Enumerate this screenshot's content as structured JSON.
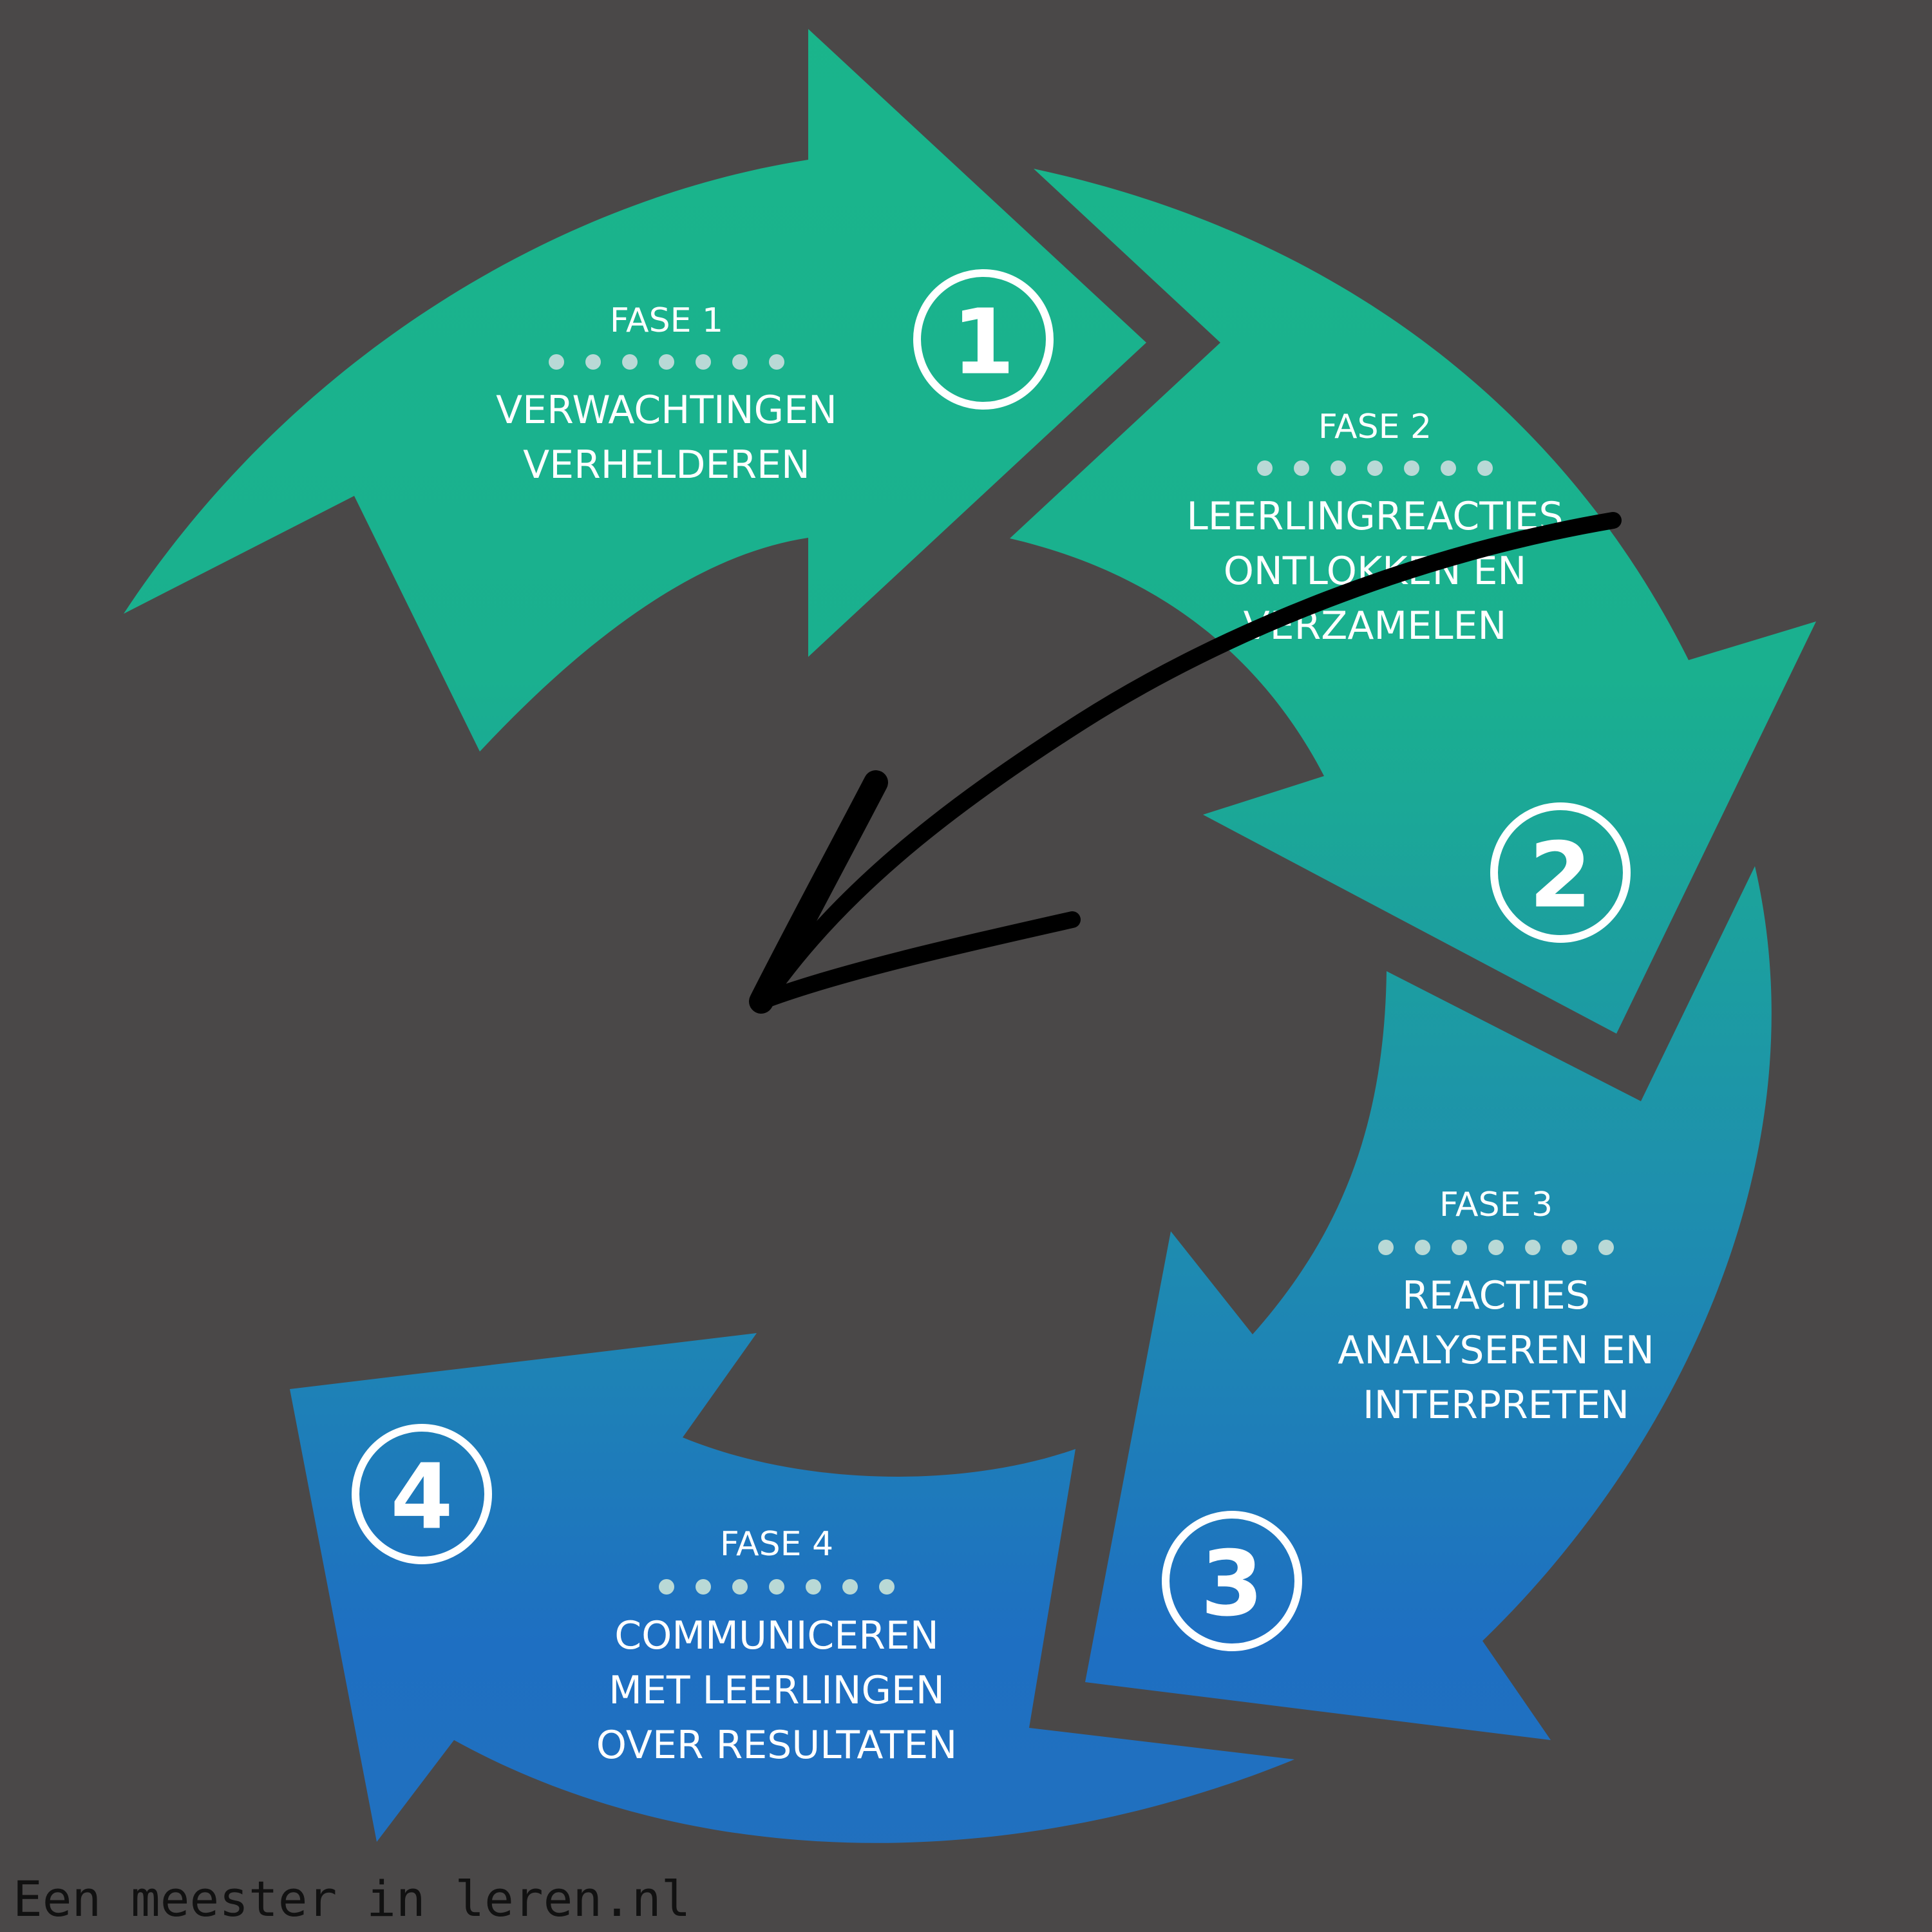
{
  "colors": {
    "background": "#4a4848",
    "teal": "#1ab58b",
    "blue": "#1e6fc2",
    "text": "#ffffff",
    "dots": "#b9d9d6",
    "annotation_stroke": "#000000"
  },
  "phases": [
    {
      "number": "1",
      "label": "FASE 1",
      "title_lines": [
        "VERWACHTINGEN",
        "VERHELDEREN"
      ]
    },
    {
      "number": "2",
      "label": "FASE 2",
      "title_lines": [
        "LEERLINGREACTIES",
        "ONTLOKKEN EN",
        "VERZAMELEN"
      ]
    },
    {
      "number": "3",
      "label": "FASE 3",
      "title_lines": [
        "REACTIES",
        "ANALYSEREN EN",
        "INTERPRETEN"
      ]
    },
    {
      "number": "4",
      "label": "FASE 4",
      "title_lines": [
        "COMMUNICEREN",
        "MET LEERLINGEN",
        "OVER RESULTATEN"
      ]
    }
  ],
  "watermark": "Een meester in leren.nl"
}
